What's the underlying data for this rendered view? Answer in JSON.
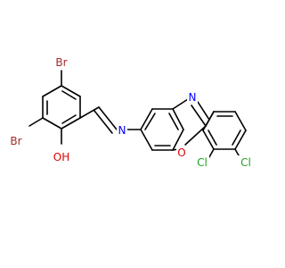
{
  "molecule": {
    "colors": {
      "carbon_bond": "#000000",
      "bromine": "#a52a2a",
      "chlorine": "#1fa01f",
      "oxygen": "#e00000",
      "nitrogen": "#0000ff",
      "background": "#ffffff"
    },
    "atom_labels": {
      "br_top": "Br",
      "br_left": "Br",
      "oh": "OH",
      "n_imine": "N",
      "n_oxazole": "N",
      "o_oxazole": "O",
      "cl_1": "Cl",
      "cl_2": "Cl"
    }
  }
}
